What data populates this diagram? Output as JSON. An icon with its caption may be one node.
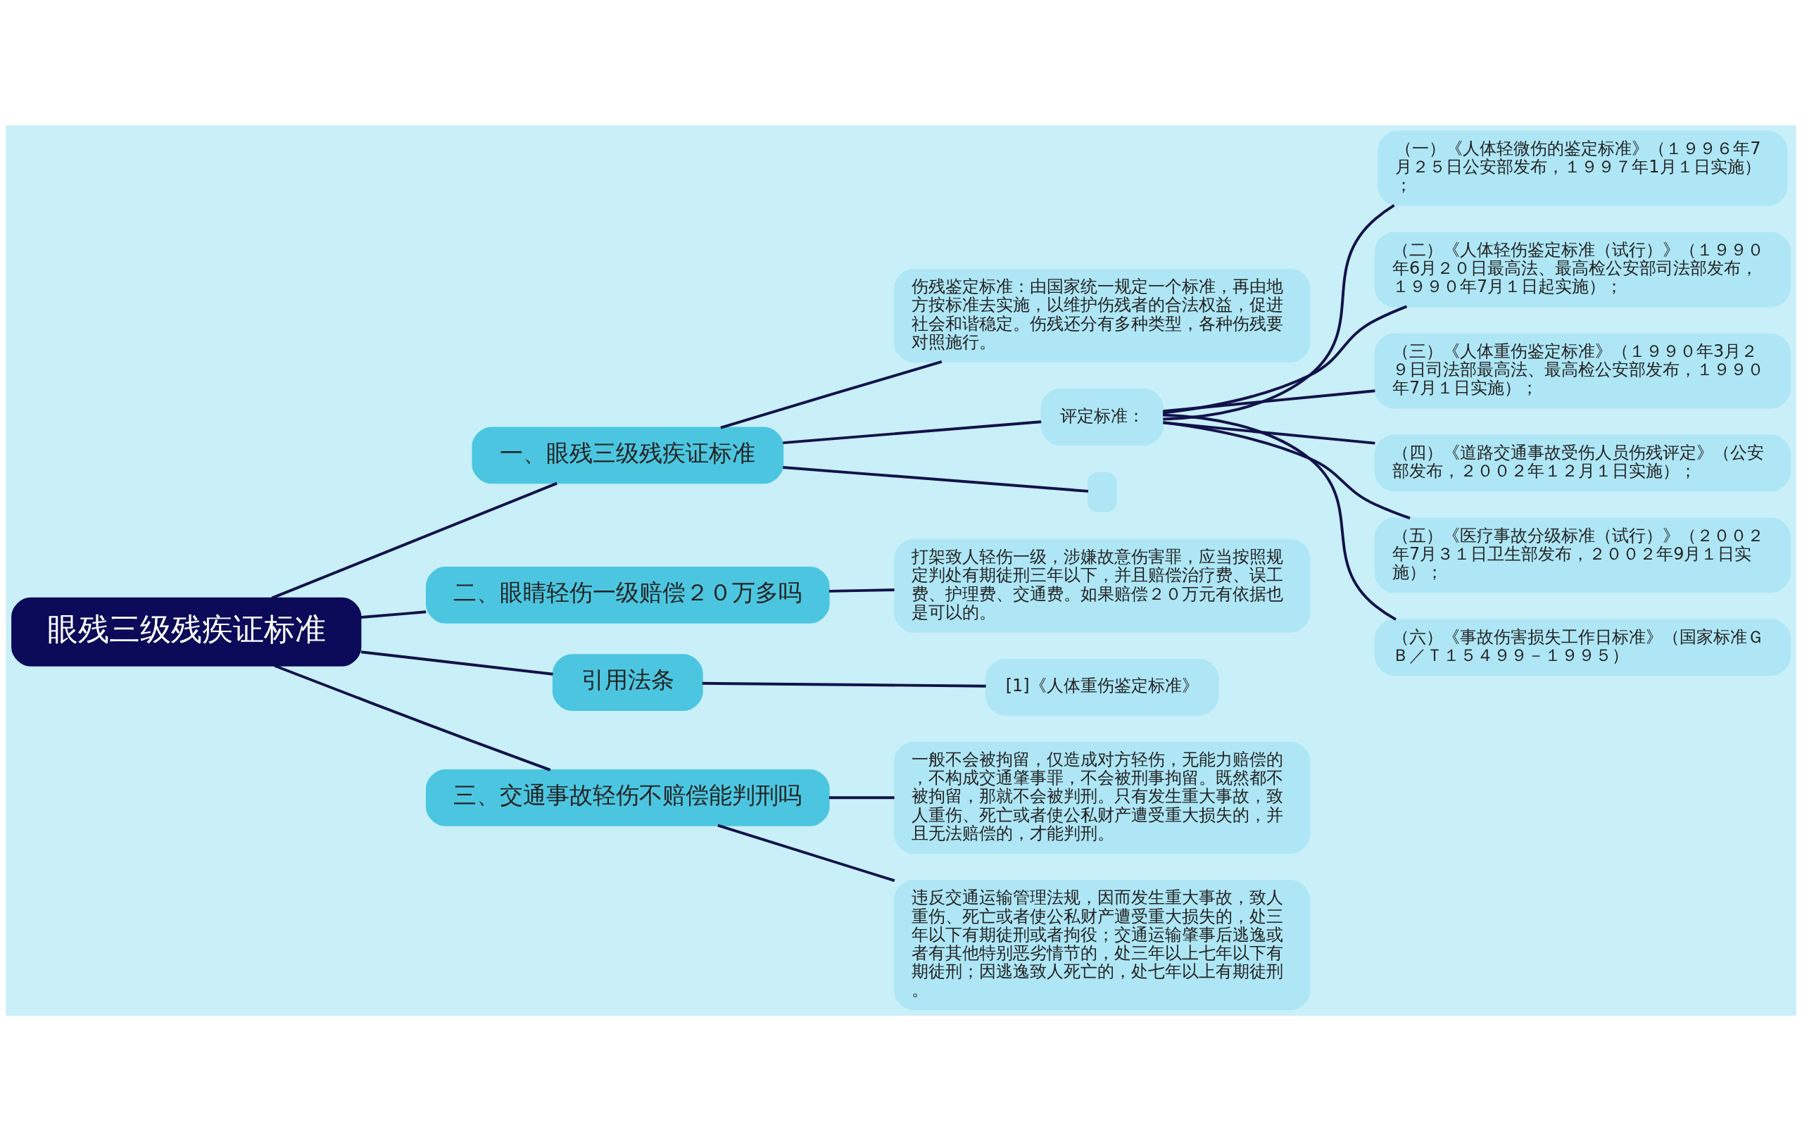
{
  "diagram": {
    "nodes": [
      {
        "text": [
          "眼残三级残疾证标准"
        ]
      },
      {
        "text": [
          "一、眼残三级残疾证标准"
        ]
      },
      {
        "text": [
          "伤残鉴定标准：由国家统一规定一个标准，再由地方按标准去实施，以维护伤残者的合法权益，促进社会和谐稳定。伤残还分有多种类型，各种伤残要对照施行。"
        ]
      },
      {
        "text": [
          "评定标准："
        ]
      },
      {
        "text": [
          "（一）《人体轻微伤的鉴定标准》（１９９６年7月２５日公安部发布，１９９７年1月１日实施）；"
        ]
      },
      {
        "text": [
          "（二）《人体轻伤鉴定标准（试行）》（１９９０年6月２０日最高法、最高检公安部司法部发布，１９９０年7月１日起实施）；"
        ]
      },
      {
        "text": [
          "（三）《人体重伤鉴定标准》（１９９０年3月２９日司法部最高法、最高检公安部发布，１９９０年7月１日实施）；"
        ]
      },
      {
        "text": [
          "（四）《道路交通事故受伤人员伤残评定》（公安部发布，２００２年１２月１日实施）；"
        ]
      },
      {
        "text": [
          "（五）《医疗事故分级标准（试行）》（２００２年7月３１日卫生部发布，２００２年9月１日实施）；"
        ]
      },
      {
        "text": [
          "（六）《事故伤害损失工作日标准》（国家标准ＧＢ／Ｔ１５４９９－１９９５）"
        ]
      },
      {
        "text": [],
        "shape": "box"
      },
      {
        "text": [
          "二、眼睛轻伤一级赔偿２０万多吗"
        ]
      },
      {
        "text": [
          "打架致人轻伤一级，涉嫌故意伤害罪，应当按照规定判处有期徒刑三年以下，并且赔偿治疗费、误工费、护理费、交通费。如果赔偿２０万元有依据也是可以的。"
        ]
      },
      {
        "text": [
          "引用法条"
        ]
      },
      {
        "text": [
          "[1]《人体重伤鉴定标准》"
        ]
      },
      {
        "text": [
          "三、交通事故轻伤不赔偿能判刑吗"
        ]
      },
      {
        "text": [
          "一般不会被拘留，仅造成对方轻伤，无能力赔偿的，不构成交通肇事罪，不会被刑事拘留。既然都不被拘留，那就不会被判刑。只有发生重大事故，致人重伤、死亡或者使公私财产遭受重大损失的，并且无法赔偿的，才能判刑。"
        ]
      },
      {
        "text": [
          "违反交通运输管理法规，因而发生重大事故，致人重伤、死亡或者使公私财产遭受重大损失的，处三年以下有期徒刑或者拘役；交通运输肇事后逃逸或者有其他特别恶劣情节的，处三年以上七年以下有期徒刑；因逃逸致人死亡的，处七年以上有期徒刑。"
        ]
      }
    ],
    "edges": [
      {
        "from": 0,
        "to": 1,
        "arrow": "none"
      },
      {
        "from": 1,
        "to": 2,
        "arrow": "none"
      },
      {
        "from": 1,
        "to": 3,
        "arrow": "none"
      },
      {
        "from": 3,
        "to": 4,
        "arrow": "none"
      },
      {
        "from": 3,
        "to": 5,
        "arrow": "none"
      },
      {
        "from": 3,
        "to": 6,
        "arrow": "none"
      },
      {
        "from": 3,
        "to": 7,
        "arrow": "none"
      },
      {
        "from": 3,
        "to": 8,
        "arrow": "none"
      },
      {
        "from": 3,
        "to": 9,
        "arrow": "none"
      },
      {
        "from": 1,
        "to": 10,
        "arrow": "none"
      },
      {
        "from": 0,
        "to": 11,
        "arrow": "none"
      },
      {
        "from": 11,
        "to": 12,
        "arrow": "none"
      },
      {
        "from": 0,
        "to": 13,
        "arrow": "none"
      },
      {
        "from": 13,
        "to": 14,
        "arrow": "none"
      },
      {
        "from": 0,
        "to": 15,
        "arrow": "none"
      },
      {
        "from": 15,
        "to": 16,
        "arrow": "none"
      },
      {
        "from": 15,
        "to": 17,
        "arrow": "none"
      }
    ]
  }
}
